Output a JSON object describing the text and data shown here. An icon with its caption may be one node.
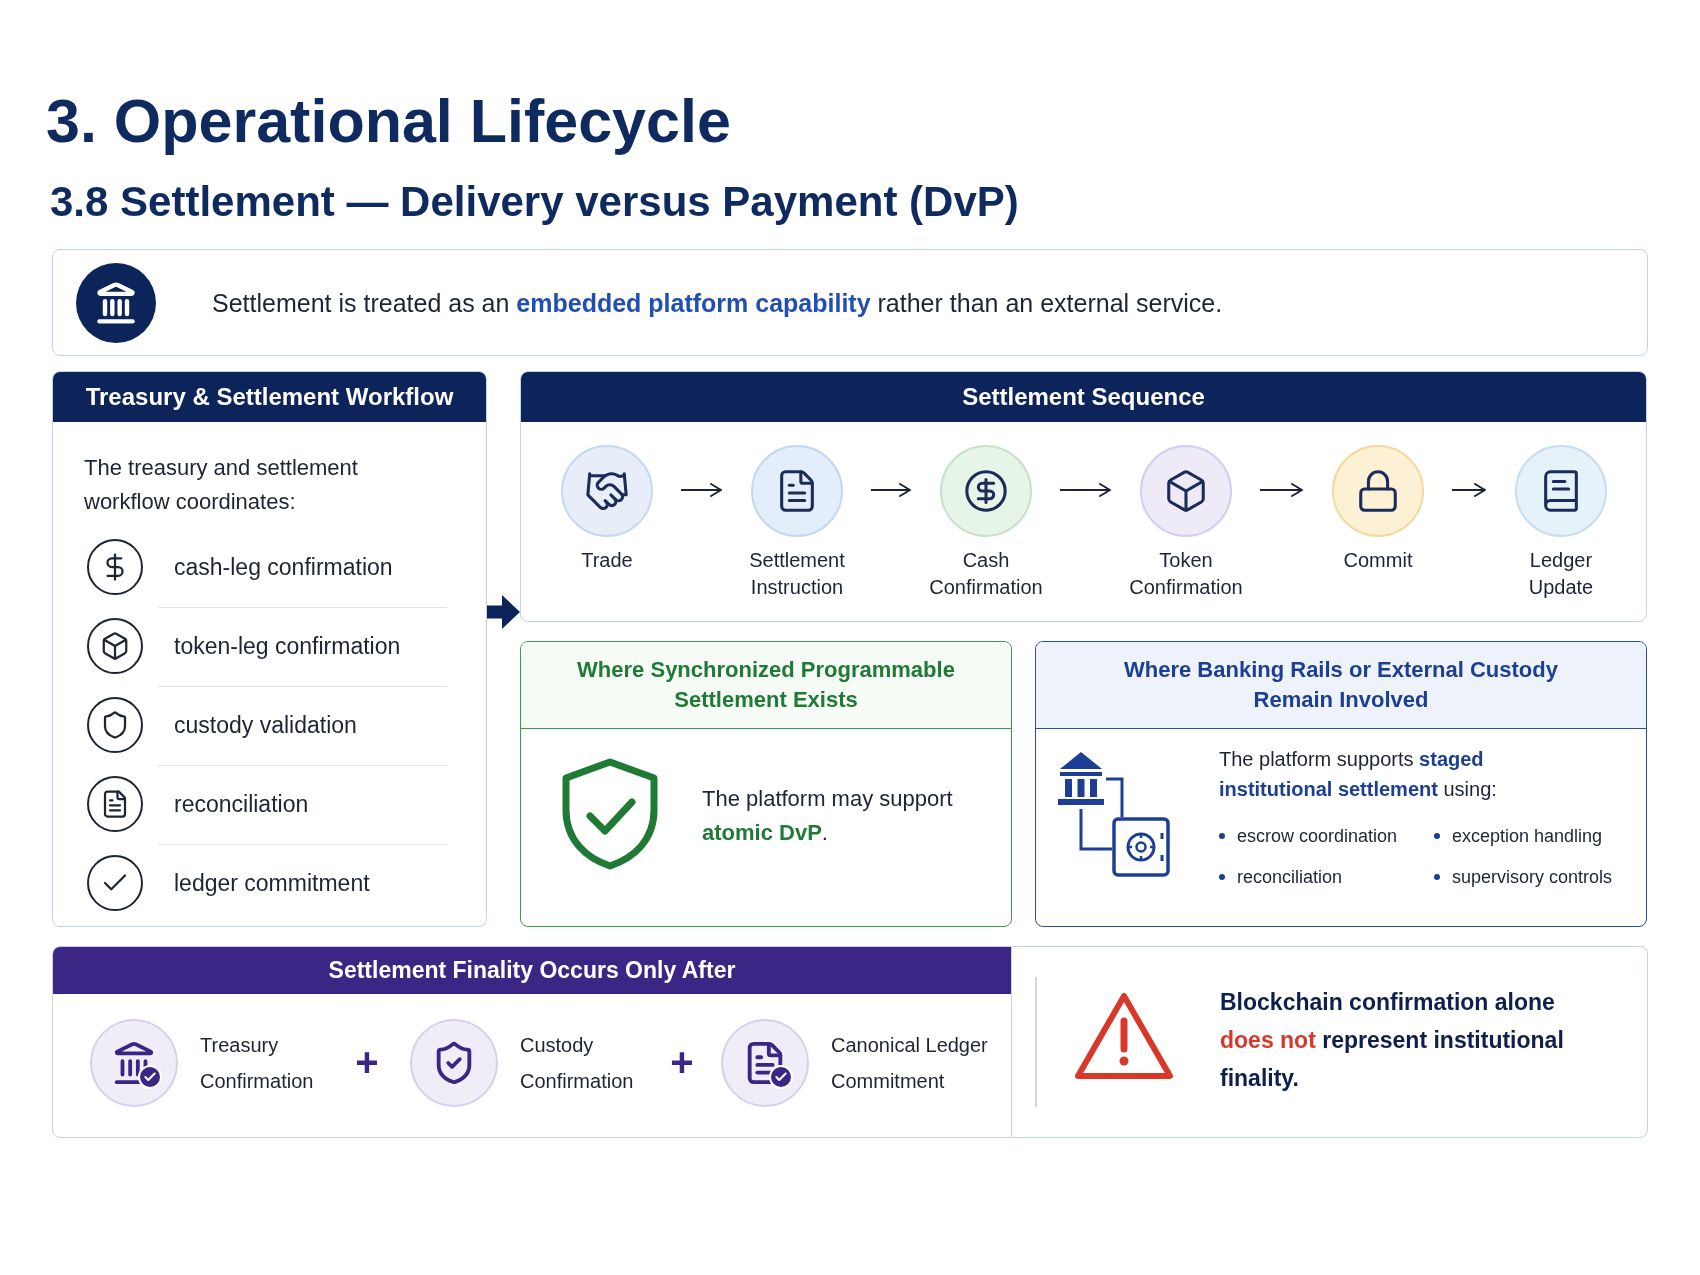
{
  "diagram": {
    "title": "3. Operational Lifecycle",
    "nodes": [
      {
        "text": [
          "Settlement is treated as an **embedded platform capability** rather than an external service."
        ]
      },
      {
        "text": [
          "Treasury & Settlement Workflow",
          "The treasury and settlement workflow coordinates:",
          "cash-leg confirmation",
          "token-leg confirmation",
          "custody validation",
          "reconciliation",
          "ledger commitment"
        ]
      },
      {
        "text": [
          "Settlement Sequence"
        ]
      },
      {
        "text": [
          "Trade"
        ],
        "in": 2
      },
      {
        "text": [
          "Settlement Instruction"
        ],
        "in": 2
      },
      {
        "text": [
          "Cash Confirmation"
        ],
        "in": 2
      },
      {
        "text": [
          "Token Confirmation"
        ],
        "in": 2
      },
      {
        "text": [
          "Commit"
        ],
        "in": 2
      },
      {
        "text": [
          "Ledger Update"
        ],
        "in": 2
      },
      {
        "text": [
          "Where Synchronized Programmable Settlement Exists",
          "The platform may support **atomic DvP**."
        ]
      },
      {
        "text": [
          "Where Banking Rails or External Custody Remain Involved",
          "The platform supports **staged institutional settlement** using:",
          "escrow coordination",
          "exception handling",
          "reconciliation",
          "supervisory controls"
        ]
      },
      {
        "text": [
          "Settlement Finality Occurs Only After"
        ]
      },
      {
        "text": [
          "Treasury Confirmation"
        ],
        "in": 11
      },
      {
        "text": [
          "Custody Confirmation"
        ],
        "in": 11
      },
      {
        "text": [
          "Canonical Ledger Commitment"
        ],
        "in": 11
      },
      {
        "text": [
          "Blockchain confirmation alone **does not** represent institutional finality."
        ]
      }
    ],
    "edges": [
      {
        "from": 1,
        "to": 2,
        "arrow": "to",
        "style": "thick"
      },
      {
        "from": 3,
        "to": 4,
        "arrow": "to"
      },
      {
        "from": 4,
        "to": 5,
        "arrow": "to"
      },
      {
        "from": 5,
        "to": 6,
        "arrow": "to"
      },
      {
        "from": 6,
        "to": 7,
        "arrow": "to"
      },
      {
        "from": 7,
        "to": 8,
        "arrow": "to"
      }
    ],
    "labels": [
      "3.8 Settlement — Delivery versus Payment (DvP)",
      "+",
      "+"
    ]
  }
}
